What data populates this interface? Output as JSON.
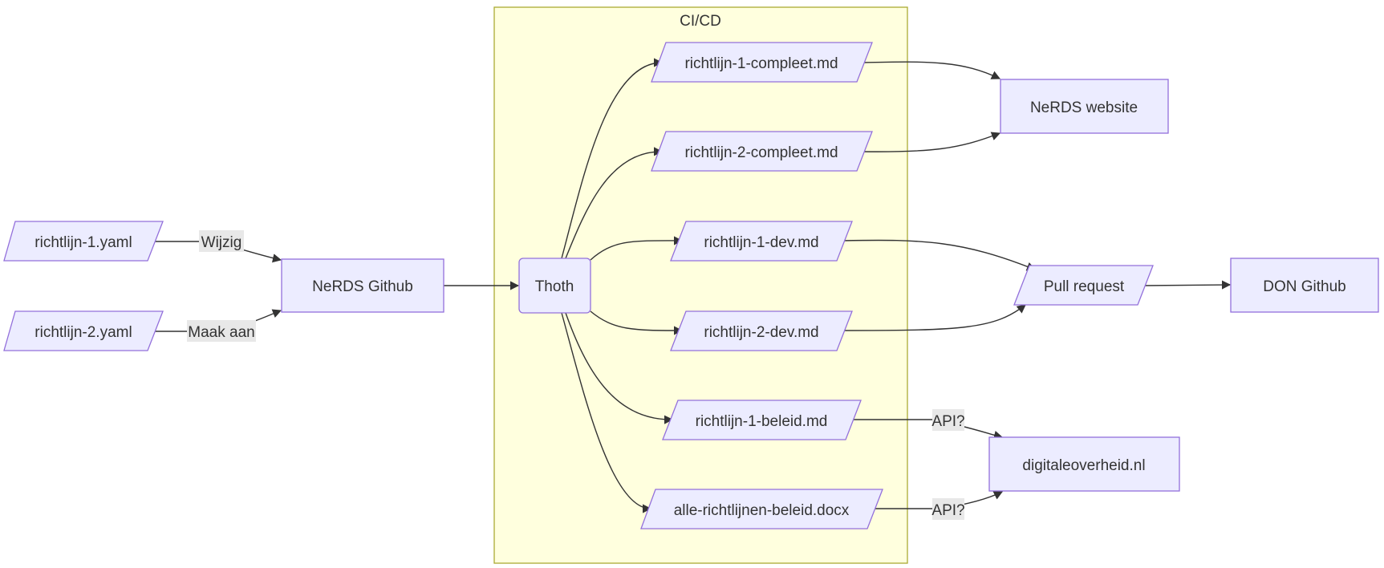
{
  "colors": {
    "node_fill": "#ECECFF",
    "node_stroke": "#9370DB",
    "cluster_fill": "#FFFFDE",
    "cluster_stroke": "#AAAA33",
    "edge": "#333333",
    "edge_label_bg": "#E8E8E8",
    "text": "#333333"
  },
  "cluster": {
    "title": "CI/CD"
  },
  "nodes": {
    "yaml1": "richtlijn-1.yaml",
    "yaml2": "richtlijn-2.yaml",
    "nerds_github": "NeRDS Github",
    "thoth": "Thoth",
    "md1_compleet": "richtlijn-1-compleet.md",
    "md2_compleet": "richtlijn-2-compleet.md",
    "md1_dev": "richtlijn-1-dev.md",
    "md2_dev": "richtlijn-2-dev.md",
    "md1_beleid": "richtlijn-1-beleid.md",
    "docx_beleid": "alle-richtlijnen-beleid.docx",
    "nerds_website": "NeRDS website",
    "pull_request": "Pull request",
    "don_github": "DON Github",
    "digitaleoverheid": "digitaleoverheid.nl"
  },
  "edge_labels": {
    "wijzig": "Wijzig",
    "maak_aan": "Maak aan",
    "api1": "API?",
    "api2": "API?"
  }
}
